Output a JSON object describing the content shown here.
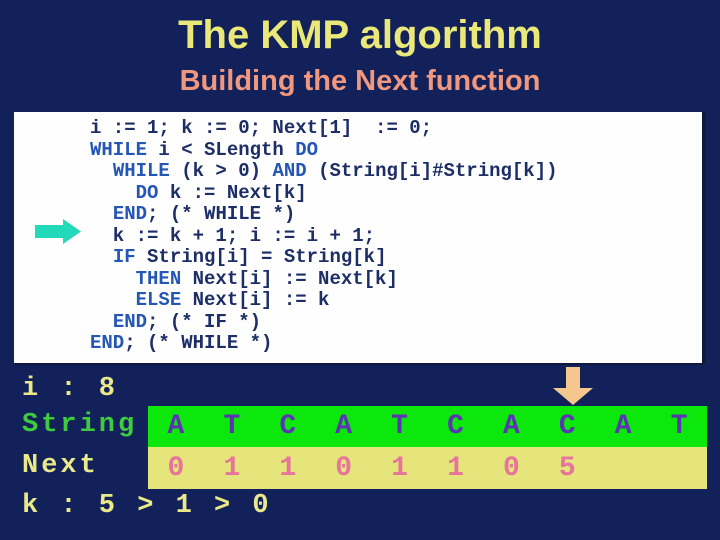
{
  "slide": {
    "title": "The KMP algorithm",
    "subtitle": "Building the Next function"
  },
  "code": {
    "lines": [
      {
        "segments": [
          {
            "text": "i := 1; k := 0; Next[1]  := 0;",
            "style": "plain"
          }
        ]
      },
      {
        "segments": [
          {
            "text": "WHILE",
            "style": "kw"
          },
          {
            "text": " i < SLength ",
            "style": "plain"
          },
          {
            "text": "DO",
            "style": "kw"
          }
        ]
      },
      {
        "segments": [
          {
            "text": "  ",
            "style": "plain"
          },
          {
            "text": "WHILE",
            "style": "kw"
          },
          {
            "text": " (k > 0) ",
            "style": "plain"
          },
          {
            "text": "AND",
            "style": "kw"
          },
          {
            "text": " (String[i]#String[k])",
            "style": "plain"
          }
        ]
      },
      {
        "segments": [
          {
            "text": "    ",
            "style": "plain"
          },
          {
            "text": "DO",
            "style": "kw"
          },
          {
            "text": " k := Next[k]",
            "style": "plain"
          }
        ]
      },
      {
        "segments": [
          {
            "text": "  ",
            "style": "plain"
          },
          {
            "text": "END",
            "style": "kw"
          },
          {
            "text": "; (* WHILE *)",
            "style": "plain"
          }
        ]
      },
      {
        "segments": [
          {
            "text": "  k := k + 1; i := i + 1;",
            "style": "plain"
          }
        ]
      },
      {
        "segments": [
          {
            "text": "  ",
            "style": "plain"
          },
          {
            "text": "IF",
            "style": "kw"
          },
          {
            "text": " String[i] = String[k]",
            "style": "plain"
          }
        ]
      },
      {
        "segments": [
          {
            "text": "    ",
            "style": "plain"
          },
          {
            "text": "THEN",
            "style": "kw"
          },
          {
            "text": " Next[i] := Next[k]",
            "style": "plain"
          }
        ]
      },
      {
        "segments": [
          {
            "text": "    ",
            "style": "plain"
          },
          {
            "text": "ELSE",
            "style": "kw"
          },
          {
            "text": " Next[i] := k",
            "style": "plain"
          }
        ]
      },
      {
        "segments": [
          {
            "text": "  ",
            "style": "plain"
          },
          {
            "text": "END",
            "style": "kw"
          },
          {
            "text": "; (* IF *)",
            "style": "plain"
          }
        ]
      },
      {
        "segments": [
          {
            "text": "END",
            "style": "kw"
          },
          {
            "text": "; (* WHILE *)",
            "style": "plain"
          }
        ]
      }
    ]
  },
  "trace": {
    "i_label": "i : 8",
    "string_label": "String",
    "next_label": "Next",
    "k_label": "k : 5 > 1 > 0",
    "string_cells": [
      "A",
      "T",
      "C",
      "A",
      "T",
      "C",
      "A",
      "C",
      "A",
      "T"
    ],
    "next_cells": [
      "0",
      "1",
      "1",
      "0",
      "1",
      "1",
      "0",
      "5",
      "",
      ""
    ],
    "arrow_column": 8
  },
  "icons": {
    "code_pointer": "right-block-arrow",
    "position_marker": "down-block-arrow"
  },
  "colors": {
    "background": "#13215a",
    "title": "#e9e878",
    "subtitle": "#ef977f",
    "code_box": "#fefefe",
    "code_text": "#1d2e66",
    "keyword": "#2456b6",
    "cyan_arrow": "#22d9ba",
    "down_arrow": "#f3c78e",
    "string_band": "#0ce80c",
    "next_band": "#e5e57c",
    "string_letter": "#5a34b2",
    "next_number": "#e7749a",
    "label_yellow": "#e9e98a",
    "label_green": "#3ecb3e"
  }
}
